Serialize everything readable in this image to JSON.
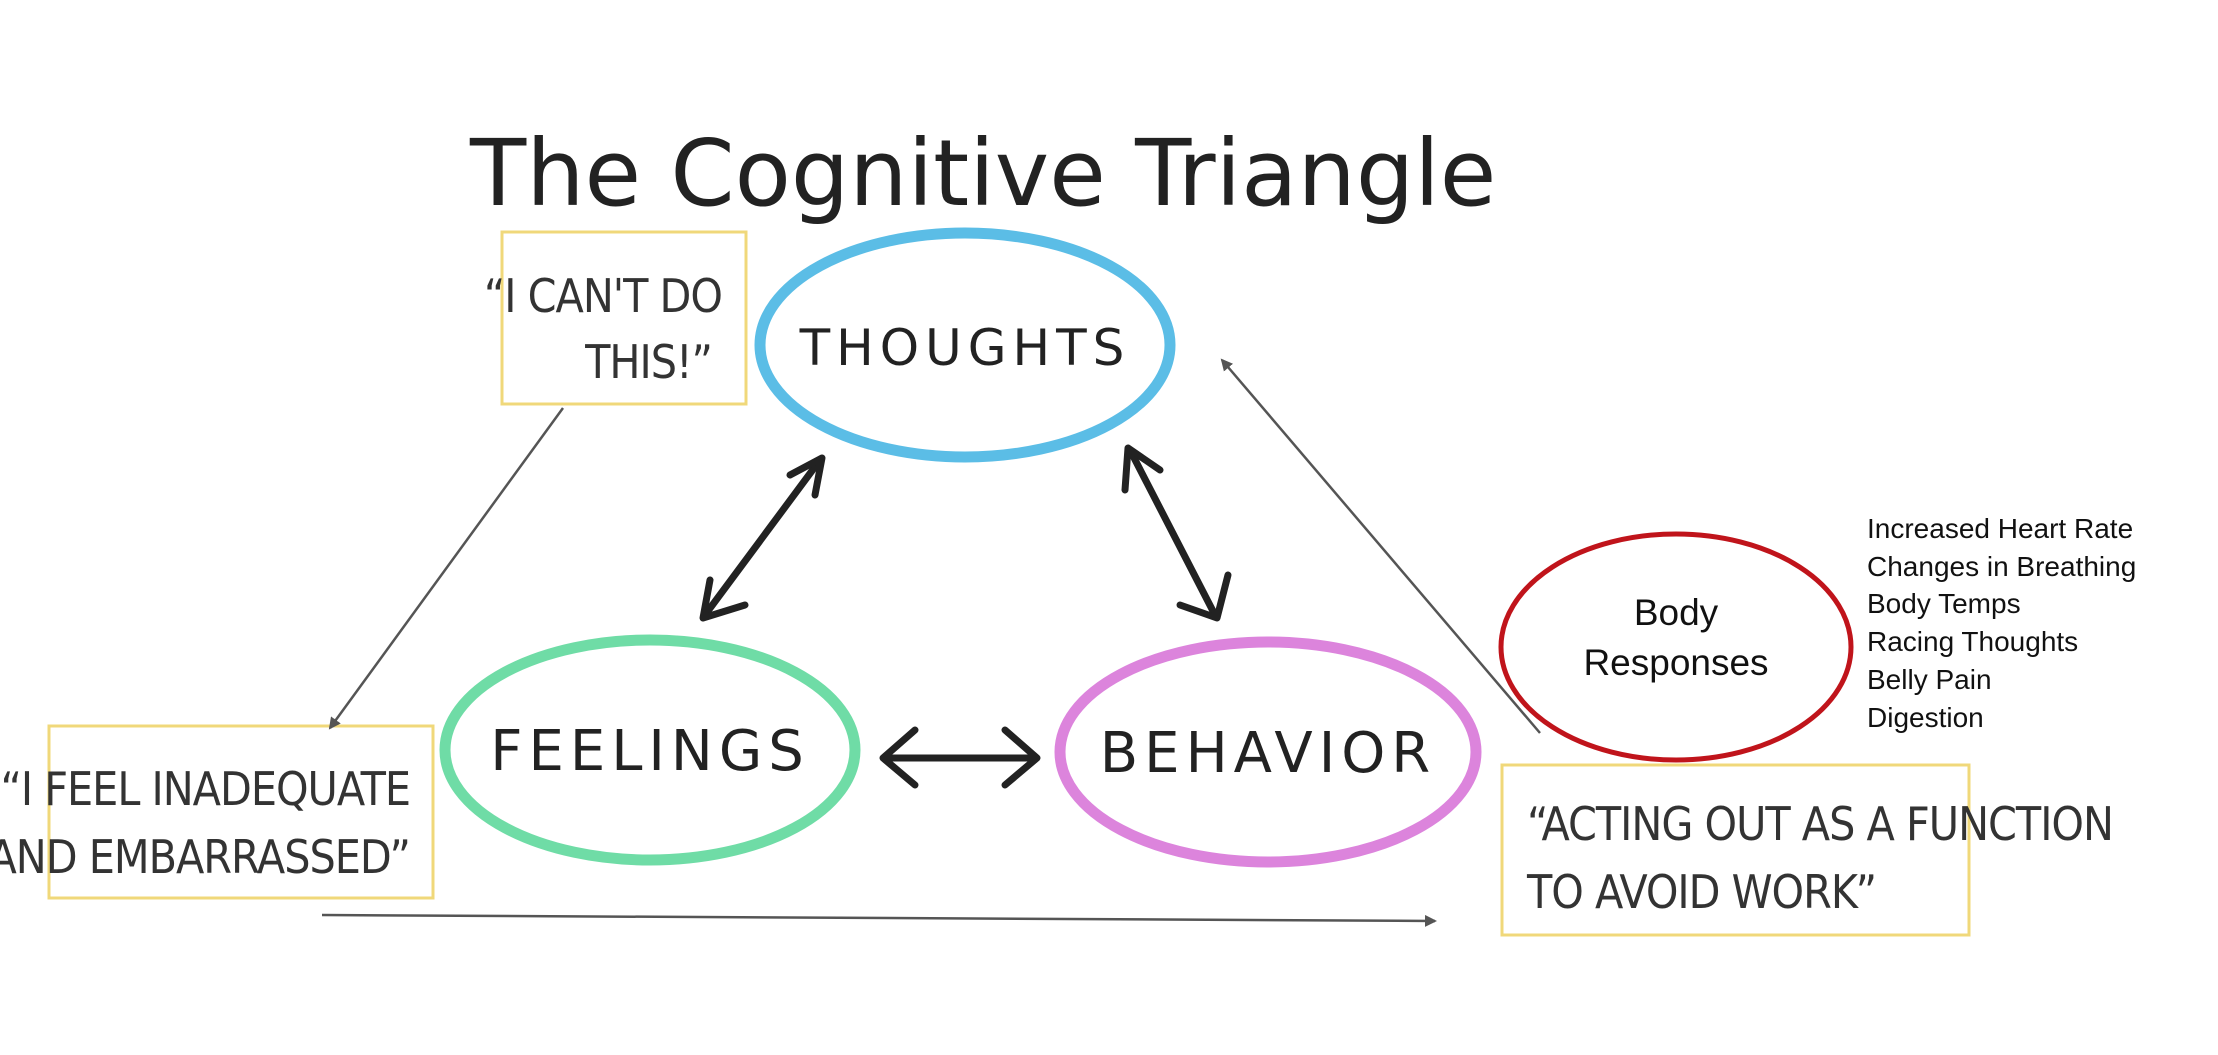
{
  "title": "The Cognitive Triangle",
  "nodes": {
    "thoughts": "THOUGHTS",
    "feelings": "FEELINGS",
    "behavior": "BEHAVIOR",
    "body_responses_line1": "Body",
    "body_responses_line2": "Responses"
  },
  "quotes": {
    "thought_line1": "“I CAN'T DO",
    "thought_line2": "THIS!”",
    "feeling_line1": "“I FEEL INADEQUATE",
    "feeling_line2": "AND EMBARRASSED”",
    "behavior_line1": "“ACTING OUT AS A FUNCTION",
    "behavior_line2": "TO AVOID WORK”"
  },
  "body_responses_list": [
    "Increased Heart Rate",
    "Changes in Breathing",
    "Body Temps",
    "Racing Thoughts",
    "Belly Pain",
    "Digestion"
  ],
  "colors": {
    "thoughts": "#5bbde6",
    "feelings": "#6fdca6",
    "behavior": "#dc84dc",
    "body_responses": "#c0141b",
    "quote_box": "#f0d87a",
    "arrow": "#555555"
  }
}
